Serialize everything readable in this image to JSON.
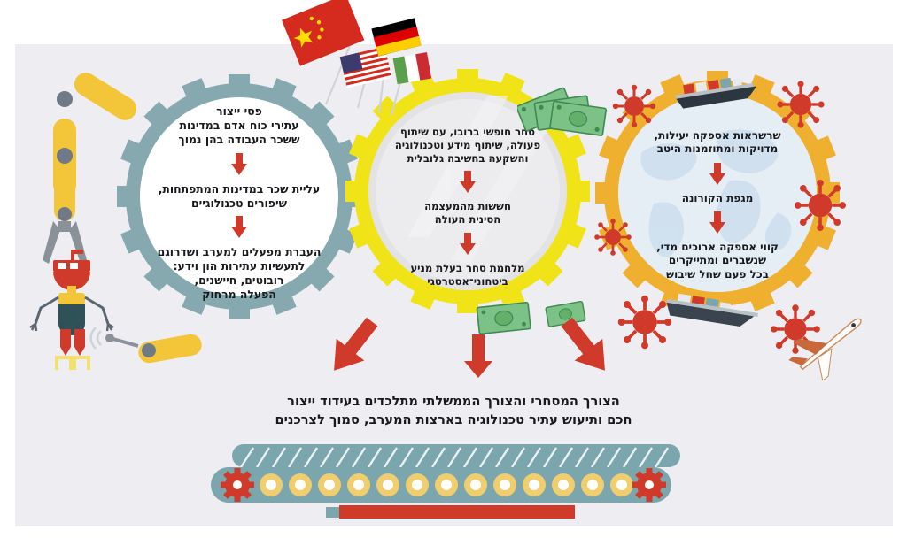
{
  "document": {
    "type": "infographic",
    "language": "he",
    "direction": "rtl",
    "background_color": "#eeedf2",
    "canvas_color": "#ffffff"
  },
  "gears": [
    {
      "id": "left",
      "name": "production-lines-gear",
      "gear_color": "#86a9b0",
      "inner_color": "#ffffff",
      "decorations": [
        "robot-arm-top",
        "robot-arm-bottom",
        "humanoid-robot"
      ],
      "steps": [
        "פסי ייצור\nעתירי כוח אדם במדינות\nששכר העבודה בהן נמוך",
        "עליית שכר במדינות המתפתחות,\nשיפורים טכנולוגיים",
        "העברת מפעלים למערב ושדרוגם\nלתעשיות עתירות הון וידע:\nרובוטים, חיישנים,\nהפעלה מרחוק"
      ],
      "step_lines": [
        [
          "פסי ייצור",
          "עתירי כוח אדם במדינות",
          "ששכר העבודה בהן נמוך"
        ],
        [
          "עליית שכר במדינות המתפתחות,",
          "שיפורים טכנולוגיים"
        ],
        [
          "העברת מפעלים למערב ושדרוגם",
          "לתעשיות עתירות הון וידע:",
          "רובוטים, חיישנים,",
          "הפעלה מרחוק"
        ]
      ]
    },
    {
      "id": "center",
      "name": "free-trade-gear",
      "gear_color": "#f0e317",
      "inner_color": "#e3e3e5",
      "decorations": [
        "flags-china-usa-germany-italy",
        "dollar-bills-top",
        "dollar-bills-bottom"
      ],
      "steps": [
        "סחר חופשי ברובו, עם שיתוף\nפעולה, שיתוף מידע וטכנולוגיה\nוהשקעה בחשיבה גלובלית",
        "חששות מהמעצמה\nהסינית העולה",
        "מלחמת סחר בעלת מניע\nביטחוני־אסטרטגי"
      ],
      "step_lines": [
        [
          "סחר חופשי ברובו, עם שיתוף",
          "פעולה, שיתוף מידע וטכנולוגיה",
          "והשקעה בחשיבה גלובלית"
        ],
        [
          "חששות מהמעצמה",
          "הסינית העולה"
        ],
        [
          "מלחמת סחר בעלת מניע",
          "ביטחוני־אסטרטגי"
        ]
      ]
    },
    {
      "id": "right",
      "name": "supply-chain-gear",
      "gear_color": "#efb02f",
      "inner_color": "#e6eef5",
      "decorations": [
        "globe",
        "container-ship-top",
        "container-ship-bottom",
        "coronavirus-particles",
        "airplane"
      ],
      "steps": [
        "שרשראות אספקה יעילות,\nמדויקות ומתוזמנות היטב",
        "מגפת הקורונה",
        "קווי אספקה ארוכים מדי,\nשנשברים ומתייקרים\nבכל פעם שחל שיבוש"
      ],
      "step_lines": [
        [
          "שרשראות אספקה יעילות,",
          "מדויקות ומתוזמנות היטב"
        ],
        [
          "מגפת הקורונה"
        ],
        [
          "קווי אספקה ארוכים מדי,",
          "שנשברים ומתייקרים",
          "בכל פעם שחל שיבוש"
        ]
      ]
    }
  ],
  "flags": [
    {
      "name": "china",
      "colors": [
        "#d52b1e",
        "#ffde00"
      ]
    },
    {
      "name": "usa",
      "colors": [
        "#ffffff",
        "#d52b1e",
        "#3c3b6e"
      ]
    },
    {
      "name": "germany",
      "colors": [
        "#000000",
        "#dd0000",
        "#ffce00"
      ]
    },
    {
      "name": "italy",
      "colors": [
        "#5aa04b",
        "#ffffff",
        "#cd2b32"
      ]
    }
  ],
  "arrows": {
    "color": "#cf3a2a",
    "connector_count": 3,
    "in_gear_arrow_color": "#cf3a2a"
  },
  "caption": {
    "name": "bottom-conclusion",
    "lines": [
      "הצורך המסחרי והצורך הממשלתי מתלכדים בעידוד ייצור",
      "חכם ותיעוש עתיר טכנולוגיה בארצות המערב, סמוך לצרכנים"
    ],
    "color": "#17191d"
  },
  "conveyor": {
    "name": "conveyor-belt",
    "belt_color": "#7ba6ad",
    "roller_color": "#f0cd6f",
    "roller_center_color": "#ffffff",
    "roller_count": 13,
    "gear_color": "#cf3a2a",
    "gear_count": 2,
    "bar_color": "#cf3a2a"
  },
  "palette": {
    "teal": "#86a9b0",
    "yellow": "#f0e317",
    "orange": "#efb02f",
    "red": "#cf3a2a",
    "green_money": "#63b06a",
    "robot_yellow": "#f2c638",
    "gray": "#7c8288",
    "panel": "#eeedf2"
  }
}
